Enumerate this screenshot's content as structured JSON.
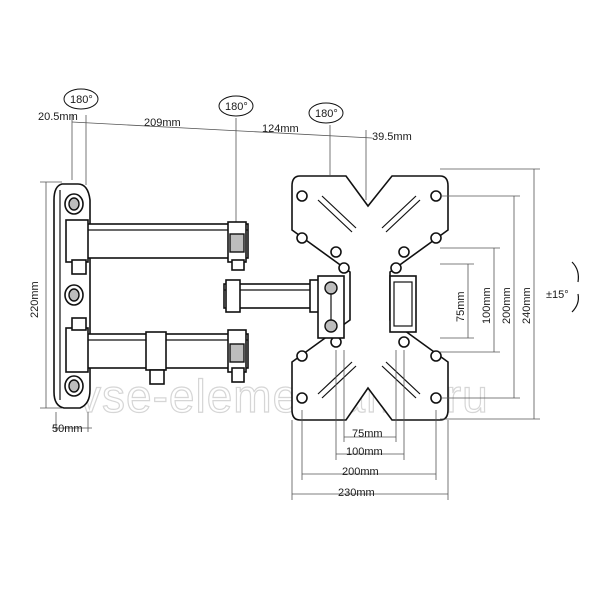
{
  "dimensions": {
    "top_offset": "20.5mm",
    "arm_long": "209mm",
    "arm_short": "124mm",
    "plate_offset": "39.5mm",
    "wall_plate_height": "220mm",
    "wall_plate_width": "50mm",
    "vesa_h_75": "75mm",
    "vesa_h_100": "100mm",
    "vesa_h_200": "200mm",
    "vesa_h_230": "230mm",
    "vesa_v_75": "75mm",
    "vesa_v_100": "100mm",
    "vesa_v_200": "200mm",
    "vesa_v_240": "240mm"
  },
  "rotations": {
    "pivot_1": "180°",
    "pivot_2": "180°",
    "pivot_3": "180°",
    "tilt": "±15°"
  },
  "watermark": "vse-elementamo.ru"
}
